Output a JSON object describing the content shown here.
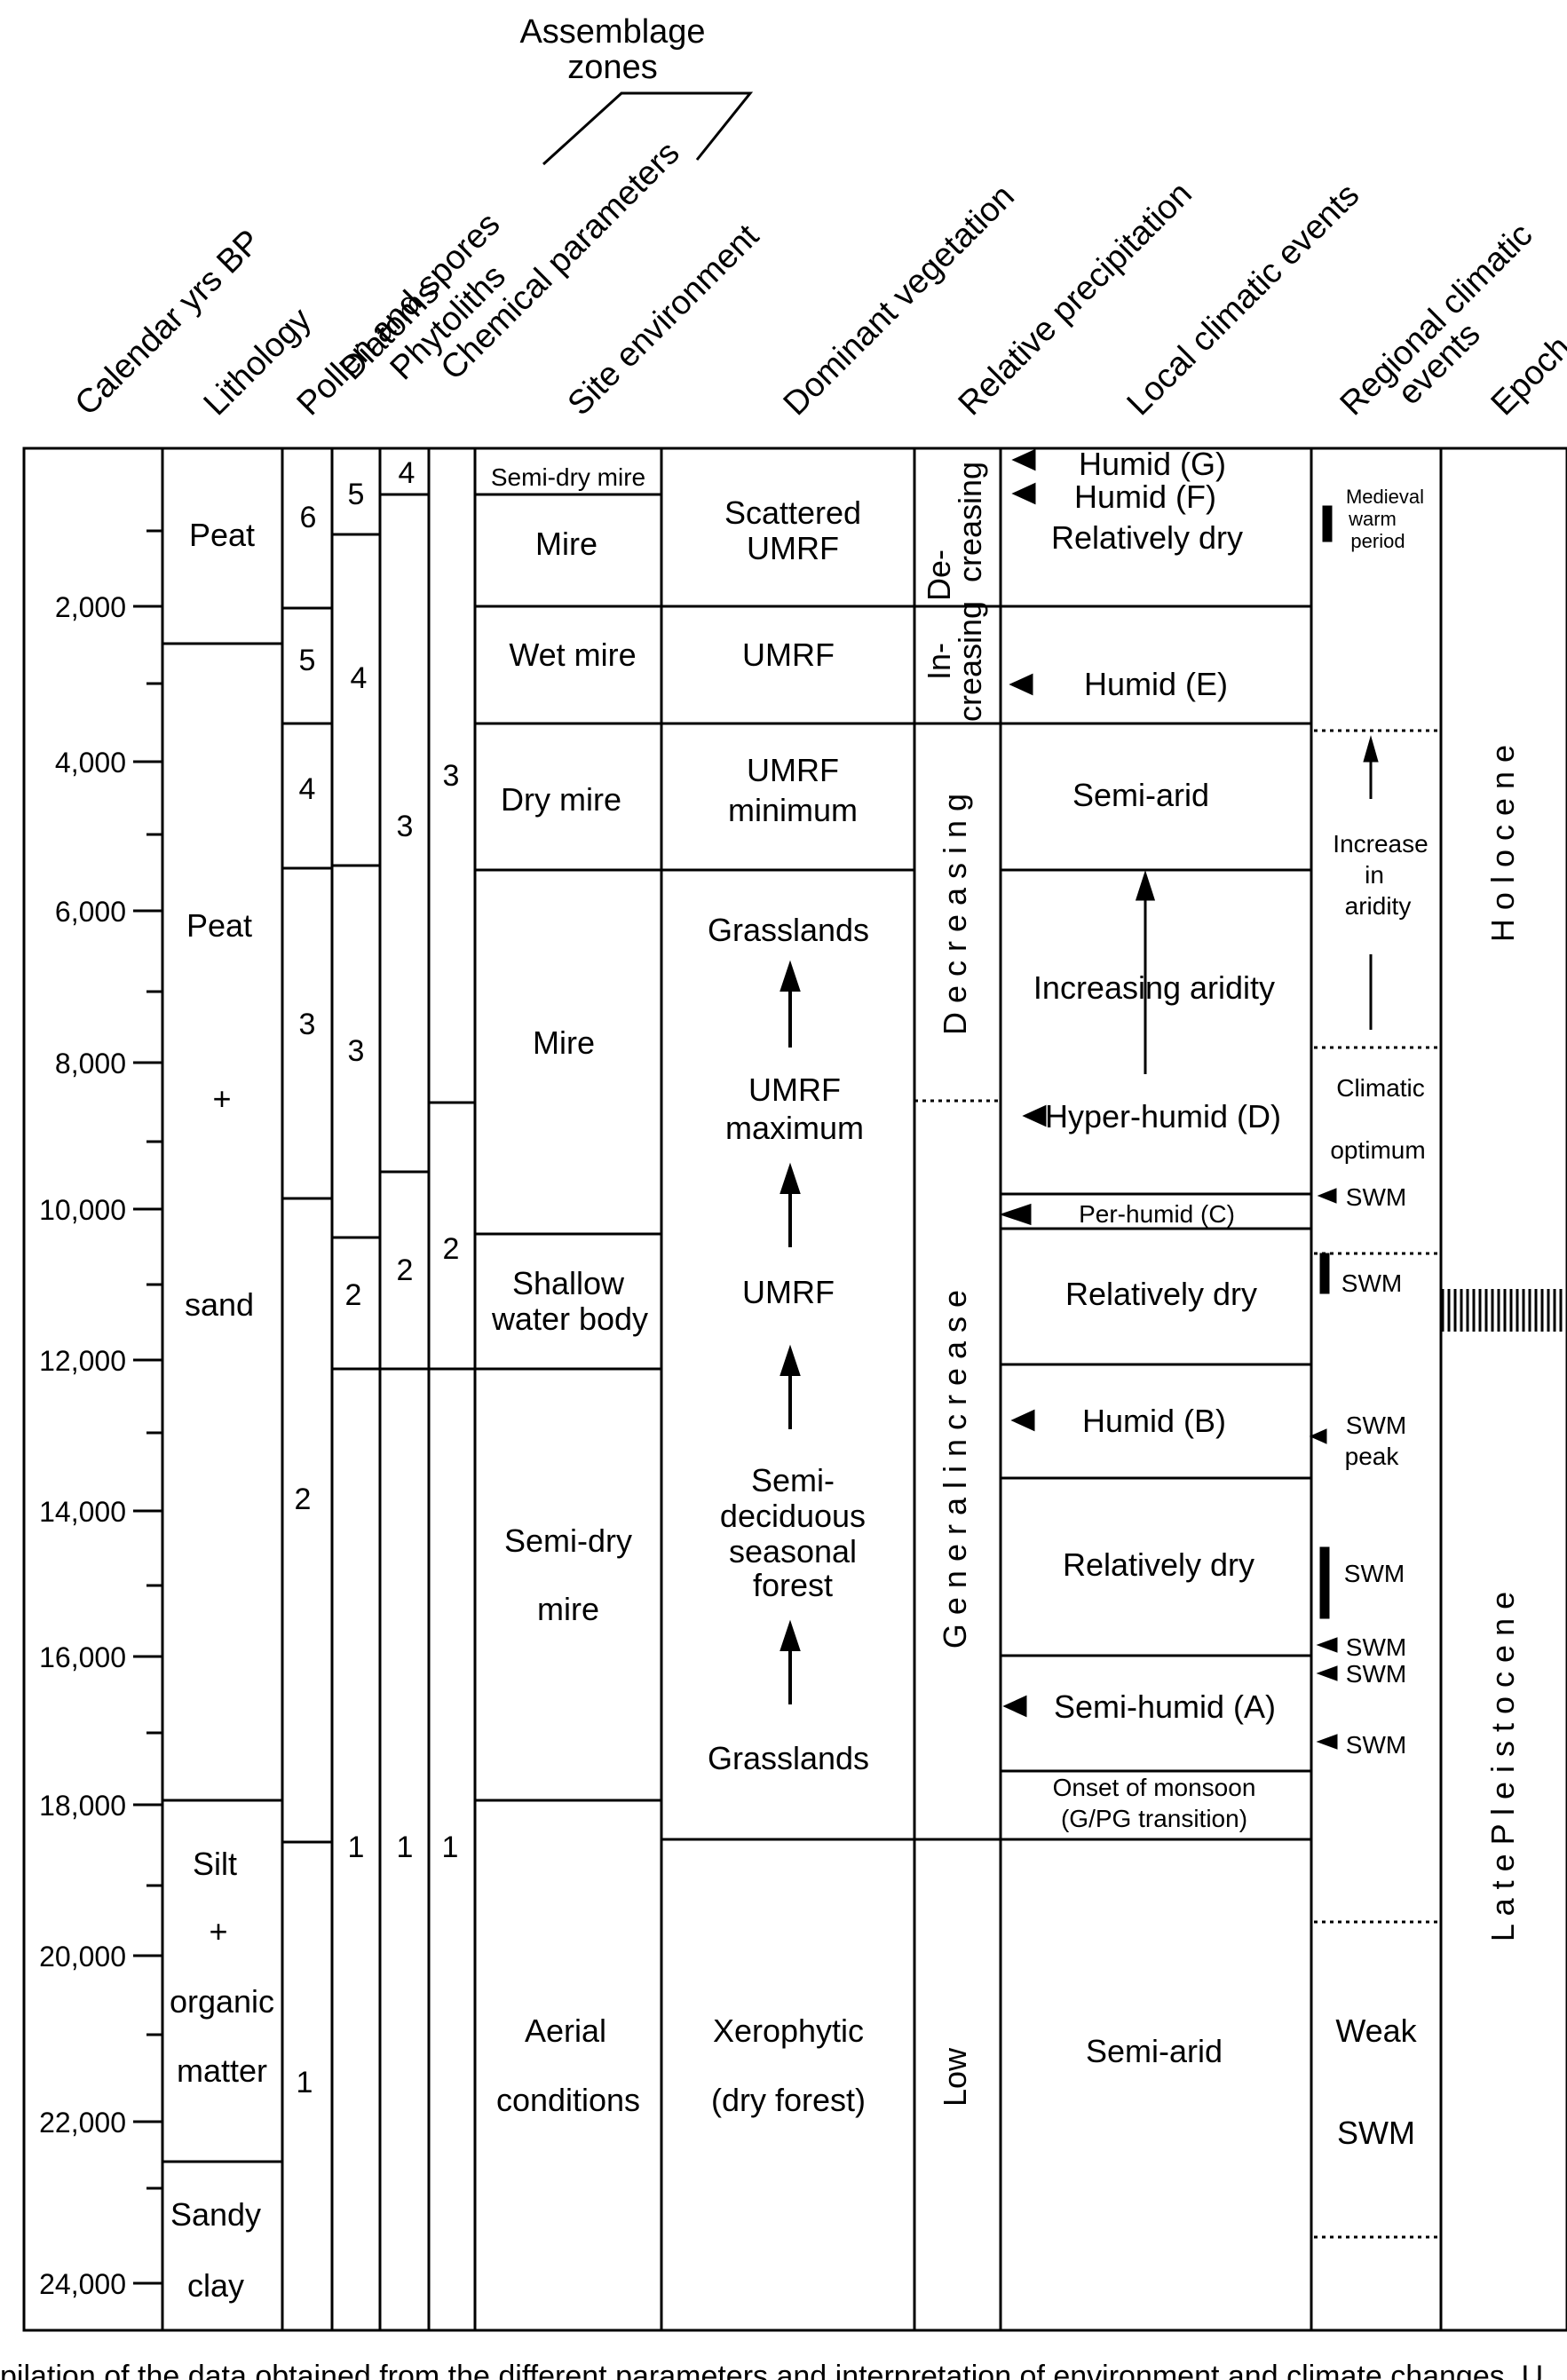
{
  "headers": {
    "assemblage_zones": [
      "Assemblage",
      "zones"
    ],
    "calendar": "Calendar yrs BP",
    "lithology": "Lithology",
    "pollen": "Pollen and spores",
    "diatoms": "Diatoms",
    "phytoliths": "Phytoliths",
    "chemical": "Chemical parameters",
    "site": "Site environment",
    "vegetation": "Dominant vegetation",
    "precipitation": "Relative precipitation",
    "local": "Local climatic events",
    "regional": [
      "Regional climatic",
      "events"
    ],
    "epoch": "Epoch"
  },
  "age_axis": {
    "ticks": [
      "2,000",
      "4,000",
      "6,000",
      "8,000",
      "10,000",
      "12,000",
      "14,000",
      "16,000",
      "18,000",
      "20,000",
      "22,000",
      "24,000"
    ]
  },
  "lithology": {
    "peat_top": "Peat",
    "peat_sand": [
      "Peat",
      "+",
      "sand"
    ],
    "silt": [
      "Silt",
      "+",
      "organic",
      "matter"
    ],
    "sandy_clay": [
      "Sandy",
      "clay"
    ]
  },
  "zones": {
    "pollen": [
      "6",
      "5",
      "4",
      "3",
      "2",
      "1"
    ],
    "diatoms": [
      "5",
      "4",
      "3",
      "2",
      "1"
    ],
    "phytoliths": [
      "4",
      "3",
      "2",
      "1"
    ],
    "chemical": [
      "3",
      "2",
      "1"
    ]
  },
  "site": {
    "semi_dry_top": "Semi-dry mire",
    "mire_top": "Mire",
    "wet_mire": "Wet mire",
    "dry_mire": "Dry mire",
    "mire_mid": "Mire",
    "shallow": [
      "Shallow",
      "water body"
    ],
    "semi_dry": [
      "Semi-dry",
      "mire"
    ],
    "aerial": [
      "Aerial",
      "conditions"
    ]
  },
  "vegetation": {
    "scattered": [
      "Scattered",
      "UMRF"
    ],
    "umrf1": "UMRF",
    "umrf_min": [
      "UMRF",
      "minimum"
    ],
    "grass_top": "Grasslands",
    "umrf_max": [
      "UMRF",
      "maximum"
    ],
    "umrf2": "UMRF",
    "semi_dec": [
      "Semi-",
      "deciduous",
      "seasonal",
      "forest"
    ],
    "grass_bottom": "Grasslands",
    "xero": [
      "Xerophytic",
      "(dry forest)"
    ]
  },
  "precipitation": {
    "decreasing_top": [
      "De-",
      "creasing"
    ],
    "increasing": [
      "In-",
      "creasing"
    ],
    "decreasing": "D e c r e a s i n g",
    "general": "G e n e r a l   i n c r e a s e",
    "low": "Low"
  },
  "local": {
    "humid_g": "Humid (G)",
    "humid_f": "Humid (F)",
    "rel_dry_top": "Relatively dry",
    "humid_e": "Humid (E)",
    "semi_arid_top": "Semi-arid",
    "inc_aridity": "Increasing aridity",
    "hyper": "Hyper-humid (D)",
    "per": "Per-humid (C)",
    "rel_dry_mid": "Relatively dry",
    "humid_b": "Humid (B)",
    "rel_dry_low": "Relatively dry",
    "semi_humid": "Semi-humid (A)",
    "onset": [
      "Onset of monsoon",
      "(G/PG transition)"
    ],
    "semi_arid_bottom": "Semi-arid"
  },
  "regional": {
    "medieval": [
      "Medieval",
      "warm",
      "period"
    ],
    "increase": [
      "Increase",
      "in",
      "aridity"
    ],
    "climatic": [
      "Climatic",
      "optimum"
    ],
    "swm": "SWM",
    "swm_peak": [
      "SWM",
      "peak"
    ],
    "weak": [
      "Weak",
      "SWM"
    ]
  },
  "epoch": {
    "holocene": "H o l o c e n e",
    "pleistocene": "L a t e   P l e i s t o c e n e"
  },
  "caption_fragment": "pilation of the data obtained from the different parameters and interpretation of environment and climate changes. U"
}
